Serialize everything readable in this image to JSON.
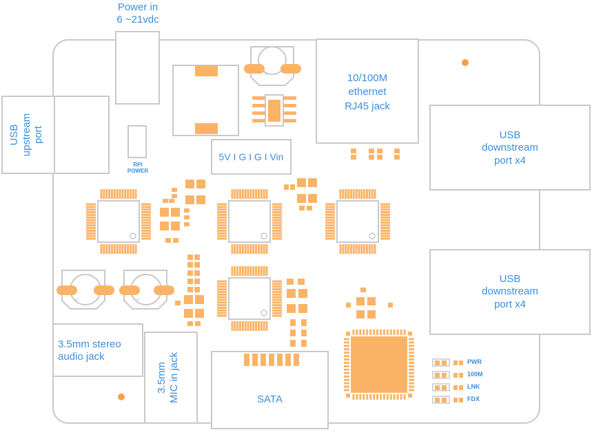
{
  "labels": {
    "power_in_line1": "Power in",
    "power_in_line2": "6 ~21vdc",
    "usb_upstream_line1": "USB",
    "usb_upstream_line2": "upstream",
    "usb_upstream_line3": "port",
    "rpi_power_line1": "RPI",
    "rpi_power_line2": "POWER",
    "rails": "5V I G I G I Vin",
    "ethernet_line1": "10/100M",
    "ethernet_line2": "ethernet",
    "ethernet_line3": "RJ45 jack",
    "usb_down_top_line1": "USB",
    "usb_down_top_line2": "downstream",
    "usb_down_top_line3": "port x4",
    "usb_down_bottom_line1": "USB",
    "usb_down_bottom_line2": "downstream",
    "usb_down_bottom_line3": "port x4",
    "audio_line1": "3.5mm stereo",
    "audio_line2": "audio jack",
    "mic_line1": "3.5mm",
    "mic_line2": "MIC in jack",
    "sata": "SATA",
    "led_pwr": "PWR",
    "led_100m": "100M",
    "led_lnk": "LNK",
    "led_fdx": "FDX"
  },
  "colors": {
    "pad": "#fbb467",
    "outline": "#c9c9c9",
    "label": "#3a8fe0",
    "dot": "#f5a04a"
  }
}
